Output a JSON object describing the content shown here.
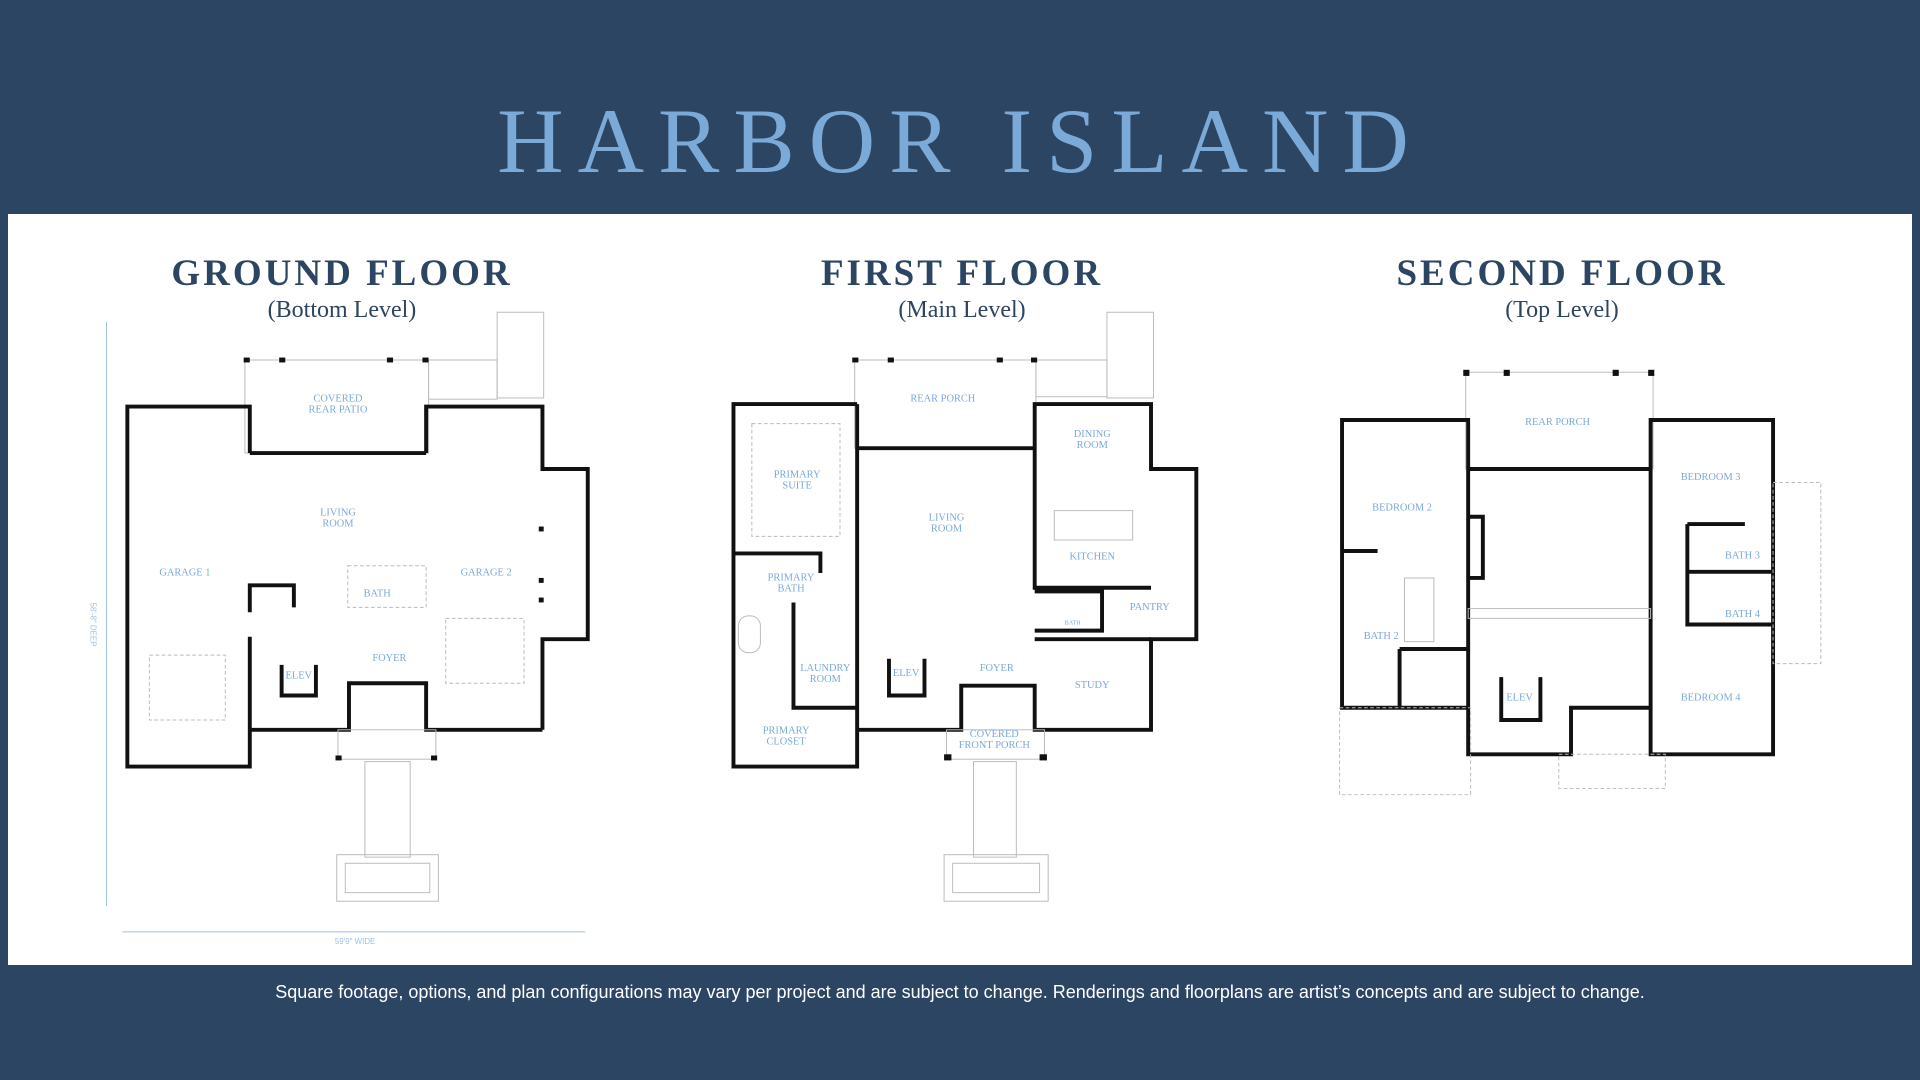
{
  "header": {
    "title": "HARBOR ISLAND"
  },
  "floors": [
    {
      "name": "GROUND FLOOR",
      "sub": "(Bottom Level)",
      "rooms": [
        "COVERED",
        "REAR PATIO",
        "LIVING",
        "ROOM",
        "GARAGE 1",
        "GARAGE 2",
        "BATH",
        "ELEV",
        "FOYER"
      ],
      "dimensions": {
        "deep": "58'-8\" DEEP",
        "wide": "59'9\" WIDE"
      }
    },
    {
      "name": "FIRST FLOOR",
      "sub": "(Main Level)",
      "rooms": [
        "REAR PORCH",
        "DINING",
        "ROOM",
        "PRIMARY",
        "SUITE",
        "LIVING",
        "ROOM",
        "KITCHEN",
        "PRIMARY",
        "BATH",
        "PANTRY",
        "BATH",
        "LAUNDRY",
        "ROOM",
        "ELEV",
        "FOYER",
        "STUDY",
        "PRIMARY",
        "CLOSET",
        "COVERED",
        "FRONT PORCH"
      ]
    },
    {
      "name": "SECOND FLOOR",
      "sub": "(Top Level)",
      "rooms": [
        "REAR PORCH",
        "BEDROOM 2",
        "BEDROOM 3",
        "BATH 3",
        "BATH 4",
        "BATH 2",
        "ELEV",
        "BEDROOM 4"
      ]
    }
  ],
  "footer": {
    "disclaimer": "Square footage, options, and plan configurations may vary per project and are subject to change. Renderings and floorplans are artist’s concepts and are subject to change."
  },
  "colors": {
    "navy": "#2c4562",
    "accent": "#7ba9d8"
  }
}
